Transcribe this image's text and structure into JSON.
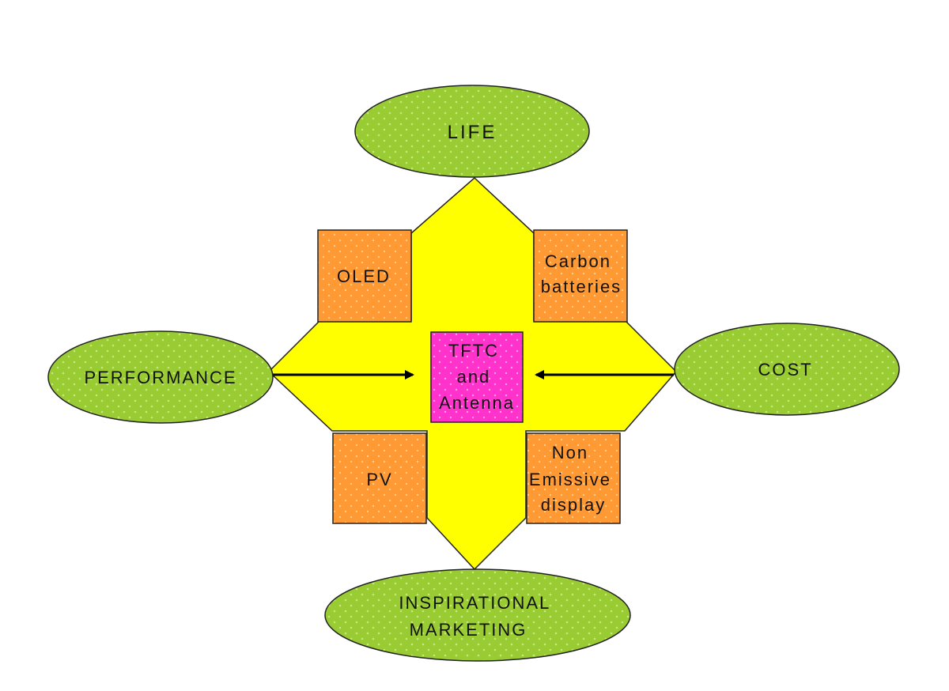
{
  "colors": {
    "background": "#ffffff",
    "ellipse_fill": "#99cc33",
    "ellipse_dots": "#c8e67a",
    "cross_fill": "#ffff00",
    "box_fill": "#ff9933",
    "box_dots": "#ffcc88",
    "center_fill": "#ff33cc",
    "center_dots": "#ff99e6",
    "outline": "#222222"
  },
  "ellipses": {
    "top": {
      "lines": [
        "LIFE"
      ]
    },
    "left": {
      "lines": [
        "PERFORMANCE"
      ]
    },
    "right": {
      "lines": [
        "COST"
      ]
    },
    "bottom": {
      "lines": [
        "INSPIRATIONAL",
        "MARKETING"
      ]
    }
  },
  "boxes": {
    "top_left": {
      "lines": [
        "OLED"
      ]
    },
    "top_right": {
      "lines": [
        "Carbon",
        "batteries"
      ]
    },
    "bottom_left": {
      "lines": [
        "PV"
      ]
    },
    "bottom_right": {
      "lines": [
        "Non",
        "Emissive",
        "display"
      ]
    }
  },
  "center": {
    "lines": [
      "TFTC",
      "and",
      "Antenna"
    ]
  }
}
